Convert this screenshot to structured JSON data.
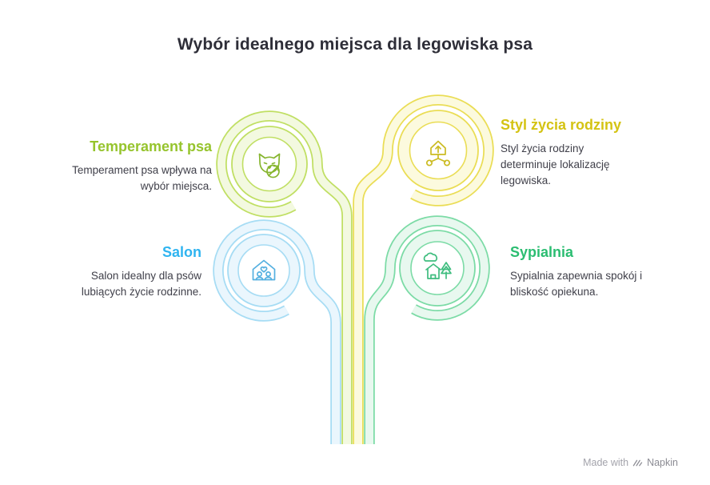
{
  "title": "Wybór idealnego miejsca dla legowiska psa",
  "branches": [
    {
      "id": "temperament",
      "heading": "Temperament psa",
      "description": "Temperament psa wpływa na wybór miejsca.",
      "color": "#96c42d",
      "tube_color": "#c0df63",
      "icon": "cat-icon",
      "side": "left"
    },
    {
      "id": "lifestyle",
      "heading": "Styl życia rodziny",
      "description": "Styl życia rodziny determinuje lokalizację legowiska.",
      "color": "#d4c313",
      "tube_color": "#eadd55",
      "icon": "home-decision-tree-icon",
      "side": "right"
    },
    {
      "id": "salon",
      "heading": "Salon",
      "description": "Salon idealny dla psów lubiących życie rodzinne.",
      "color": "#2fb4f0",
      "tube_color": "#a6dcf4",
      "icon": "family-home-icon",
      "side": "left"
    },
    {
      "id": "sypialnia",
      "heading": "Sypialnia",
      "description": "Sypialnia zapewnia spokój i bliskość opiekuna.",
      "color": "#2bbd71",
      "tube_color": "#7cdba6",
      "icon": "bedroom-house-icon",
      "side": "right"
    }
  ],
  "footer": {
    "made_with": "Made with",
    "brand": "Napkin",
    "logo_icon": "napkin-logo-icon"
  }
}
